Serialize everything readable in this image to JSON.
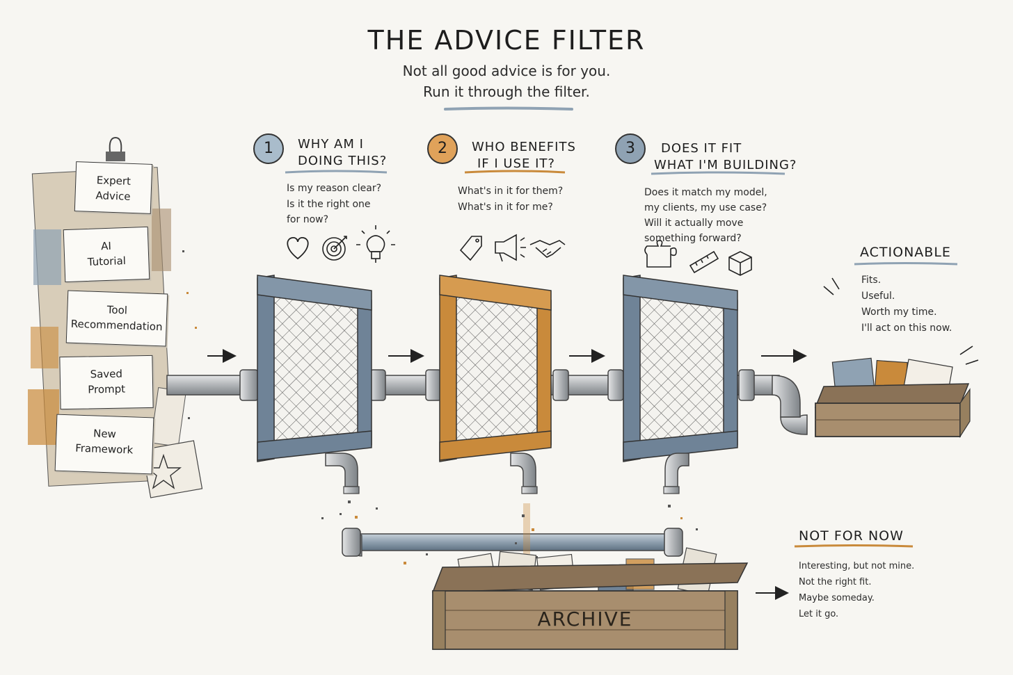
{
  "title": "THE ADVICE FILTER",
  "subtitle": [
    "Not all good advice is for you.",
    "Run it through the filter."
  ],
  "inputs": [
    "Expert\nAdvice",
    "AI\nTutorial",
    "Tool\nRecommendation",
    "Saved\nPrompt",
    "New\nFramework"
  ],
  "filters": [
    {
      "number": "1",
      "heading": [
        "WHY AM I",
        "DOING THIS?"
      ],
      "questions": [
        "Is my reason clear?",
        "Is it the right one",
        "for now?"
      ],
      "icons": [
        "heart-icon",
        "target-icon",
        "lightbulb-icon"
      ],
      "color": "#a9bccb"
    },
    {
      "number": "2",
      "heading": [
        "WHO BENEFITS",
        "IF I USE IT?"
      ],
      "questions": [
        "What's in it for them?",
        "What's in it for me?"
      ],
      "icons": [
        "price-tag-icon",
        "megaphone-icon",
        "handshake-icon"
      ],
      "color": "#e0a25a"
    },
    {
      "number": "3",
      "heading": [
        "DOES IT FIT",
        "WHAT I'M BUILDING?"
      ],
      "questions": [
        "Does it match my model,",
        "my clients, my use case?",
        "Will it actually move",
        "something forward?"
      ],
      "icons": [
        "puzzle-icon",
        "ruler-icon",
        "box-icon"
      ],
      "color": "#8fa2b3"
    }
  ],
  "actionable": {
    "label": "ACTIONABLE",
    "lines": [
      "Fits.",
      "Useful.",
      "Worth my time.",
      "I'll act on this now."
    ]
  },
  "not_for_now": {
    "label": "NOT FOR NOW",
    "lines": [
      "Interesting, but not mine.",
      "Not the right fit.",
      "Maybe someday.",
      "Let it go."
    ]
  },
  "archive_label": "ARCHIVE",
  "colors": {
    "steel": "#6f8397",
    "orange": "#c98a3b",
    "wood": "#a88e6e",
    "pipe": "#b9bcbf"
  }
}
